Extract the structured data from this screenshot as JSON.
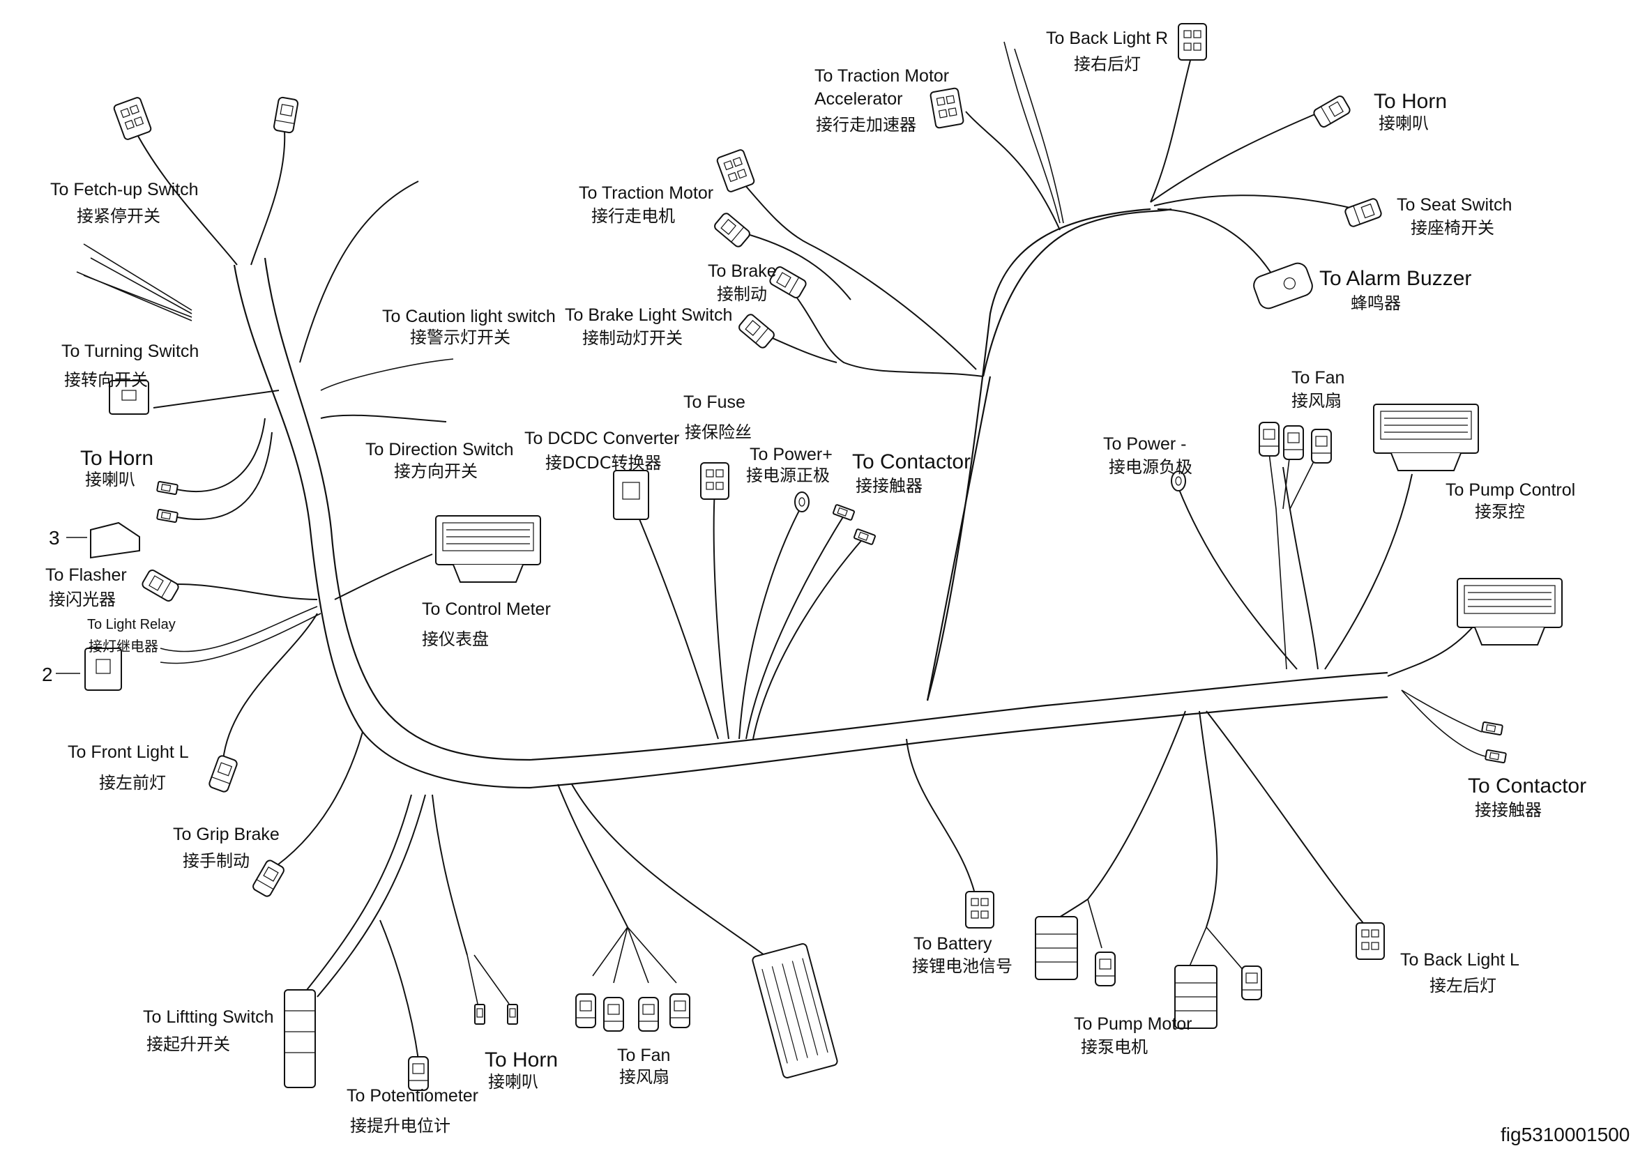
{
  "figure_id": "fig5310001500",
  "callouts": {
    "flasher_num": "3",
    "relay_num": "2"
  },
  "labels": {
    "fetch_up_switch": {
      "en": "To Fetch-up Switch",
      "zh": "接紧停开关"
    },
    "turning_switch": {
      "en": "To Turning Switch",
      "zh": "接转向开关"
    },
    "horn_left": {
      "en": "To Horn",
      "zh": "接喇叭"
    },
    "flasher": {
      "en": "To Flasher",
      "zh": "接闪光器"
    },
    "light_relay": {
      "en": "To Light Relay",
      "zh": "接灯继电器"
    },
    "front_light_l": {
      "en": "To Front Light L",
      "zh": "接左前灯"
    },
    "grip_brake": {
      "en": "To Grip Brake",
      "zh": "接手制动"
    },
    "lifting_switch": {
      "en": "To Liftting Switch",
      "zh": "接起升开关"
    },
    "potentiometer": {
      "en": "To Potentiometer",
      "zh": "接提升电位计"
    },
    "horn_bottom": {
      "en": "To Horn",
      "zh": "接喇叭"
    },
    "fan_bottom": {
      "en": "To Fan",
      "zh": "接风扇"
    },
    "caution_light": {
      "en": "To Caution light switch",
      "zh": "接警示灯开关"
    },
    "direction_switch": {
      "en": "To Direction Switch",
      "zh": "接方向开关"
    },
    "control_meter": {
      "en": "To Control Meter",
      "zh": "接仪表盘"
    },
    "traction_motor": {
      "en": "To Traction Motor",
      "zh": "接行走电机"
    },
    "brake": {
      "en": "To Brake",
      "zh": "接制动"
    },
    "brake_light_switch": {
      "en": "To Brake Light Switch",
      "zh": "接制动灯开关"
    },
    "fuse": {
      "en": "To Fuse",
      "zh": "接保险丝"
    },
    "dcdc": {
      "en": "To DCDC Converter",
      "zh": "接DCDC转换器"
    },
    "power_plus": {
      "en": "To Power+",
      "zh": "接电源正极"
    },
    "contactor_top": {
      "en": "To  Contactor",
      "zh": "接接触器"
    },
    "traction_accel": {
      "en1": "To Traction Motor",
      "en2": "Accelerator",
      "zh": "接行走加速器"
    },
    "back_light_r": {
      "en": "To Back Light R",
      "zh": "接右后灯"
    },
    "horn_right": {
      "en": "To Horn",
      "zh": "接喇叭"
    },
    "seat_switch": {
      "en": "To Seat Switch",
      "zh": "接座椅开关"
    },
    "alarm_buzzer": {
      "en": "To Alarm Buzzer",
      "zh": "蜂鸣器"
    },
    "fan_right": {
      "en": "To Fan",
      "zh": "接风扇"
    },
    "power_minus": {
      "en": "To Power -",
      "zh": "接电源负极"
    },
    "pump_control": {
      "en": "To Pump Control",
      "zh": "接泵控"
    },
    "contactor_right": {
      "en": "To  Contactor",
      "zh": "接接触器"
    },
    "battery": {
      "en": "To Battery",
      "zh": "接锂电池信号"
    },
    "pump_motor": {
      "en": "To Pump Motor",
      "zh": "接泵电机"
    },
    "back_light_l": {
      "en": "To Back Light L",
      "zh": "接左后灯"
    }
  }
}
